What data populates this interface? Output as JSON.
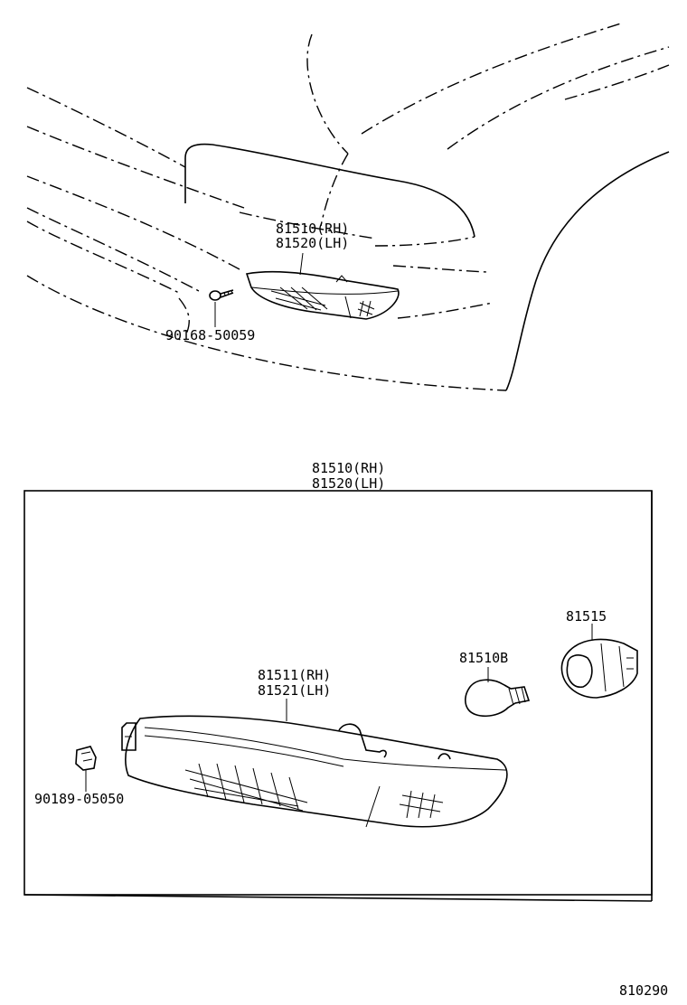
{
  "top_view": {
    "callout_lamp_rh": "81510(RH)",
    "callout_lamp_lh": "81520(LH)",
    "callout_screw": "90168-50059"
  },
  "detail_view": {
    "header_rh": "81510(RH)",
    "header_lh": "81520(LH)",
    "callout_lens_rh": "81511(RH)",
    "callout_lens_lh": "81521(LH)",
    "callout_bulb": "81510B",
    "callout_socket": "81515",
    "callout_nut": "90189-05050"
  },
  "figure_number": "810290"
}
